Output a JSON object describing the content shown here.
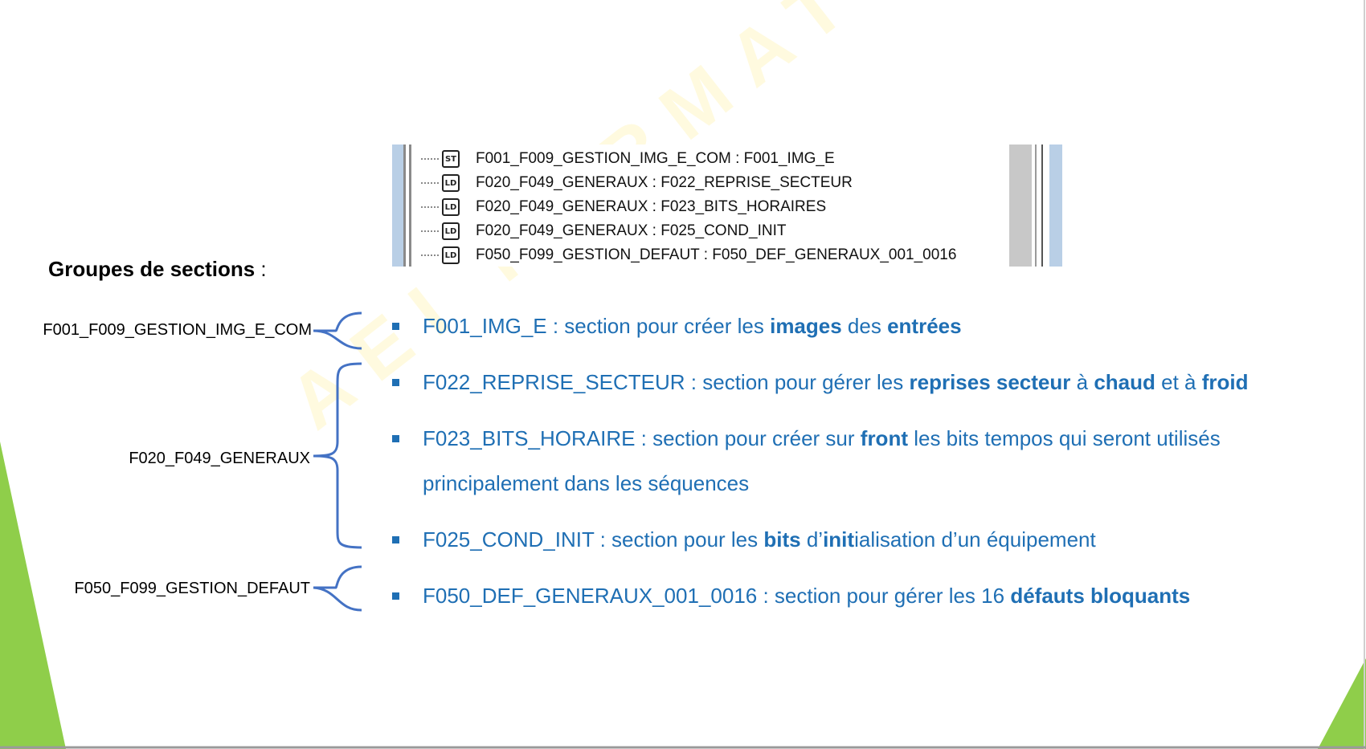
{
  "colors": {
    "accent_blue": "#1f6fb4",
    "brace_blue": "#4472c4",
    "deco_green": "#8fce4a",
    "watermark_yellow": "#ffec8c"
  },
  "watermark": {
    "text": "AEI FORMATION"
  },
  "tree": {
    "rows": [
      {
        "icon": "st-icon",
        "badge": "ST",
        "text": "F001_F009_GESTION_IMG_E_COM : F001_IMG_E"
      },
      {
        "icon": "ld-icon",
        "badge": "LD",
        "text": "F020_F049_GENERAUX : F022_REPRISE_SECTEUR"
      },
      {
        "icon": "ld-icon",
        "badge": "LD",
        "text": "F020_F049_GENERAUX : F023_BITS_HORAIRES"
      },
      {
        "icon": "ld-icon",
        "badge": "LD",
        "text": "F020_F049_GENERAUX : F025_COND_INIT"
      },
      {
        "icon": "ld-icon",
        "badge": "LD",
        "text": "F050_F099_GESTION_DEFAUT : F050_DEF_GENERAUX_001_0016"
      }
    ]
  },
  "heading": {
    "bold": "Groupes de sections",
    "suffix": " :"
  },
  "groups": [
    {
      "label": "F001_F009_GESTION_IMG_E_COM"
    },
    {
      "label": "F020_F049_GENERAUX"
    },
    {
      "label": "F050_F099_GESTION_DEFAUT"
    }
  ],
  "bullets": [
    {
      "parts": [
        {
          "t": "F001_IMG_E : section pour créer les ",
          "b": false
        },
        {
          "t": "images",
          "b": true
        },
        {
          "t": " des ",
          "b": false
        },
        {
          "t": "entrées",
          "b": true
        }
      ]
    },
    {
      "parts": [
        {
          "t": "F022_REPRISE_SECTEUR : section pour gérer les ",
          "b": false
        },
        {
          "t": "reprises secteur",
          "b": true
        },
        {
          "t": " à ",
          "b": false
        },
        {
          "t": "chaud",
          "b": true
        },
        {
          "t": " et à ",
          "b": false
        },
        {
          "t": "froid",
          "b": true
        }
      ]
    },
    {
      "parts": [
        {
          "t": "F023_BITS_HORAIRE : section pour créer sur ",
          "b": false
        },
        {
          "t": "front",
          "b": true
        },
        {
          "t": " les bits tempos qui seront utilisés principalement dans les séquences",
          "b": false
        }
      ]
    },
    {
      "parts": [
        {
          "t": "F025_COND_INIT : section pour les ",
          "b": false
        },
        {
          "t": "bits",
          "b": true
        },
        {
          "t": " d’",
          "b": false
        },
        {
          "t": "init",
          "b": true
        },
        {
          "t": "ialisation d’un équipement",
          "b": false
        }
      ]
    },
    {
      "parts": [
        {
          "t": "F050_DEF_GENERAUX_001_0016 : section pour gérer les 16 ",
          "b": false
        },
        {
          "t": "défauts bloquants",
          "b": true
        }
      ]
    }
  ]
}
